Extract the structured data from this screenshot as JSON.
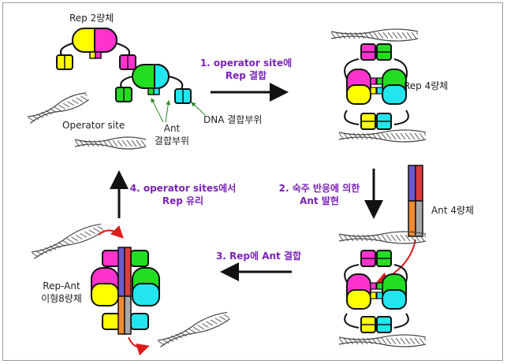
{
  "labels": {
    "rep_dimer": "Rep 2량체",
    "rep_tetramer": "Rep 4량체",
    "ant_tetramer": "Ant 4량체",
    "rep_ant_line1": "Rep-Ant",
    "rep_ant_line2": "이형8량체",
    "operator_site": "Operator site",
    "ant_binding_line1": "Ant",
    "ant_binding_line2": "결합부위",
    "dna_binding": "DNA 결합부위"
  },
  "steps": {
    "step1": {
      "line1": "1. operator site에",
      "line2": "Rep 결합"
    },
    "step2": {
      "line1": "2. 숙주 반응에 의한",
      "line2": "Ant 발현"
    },
    "step3": {
      "line1": "3. Rep에 Ant 결합"
    },
    "step4": {
      "line1": "4. operator sites에서",
      "line2": "Rep 유리"
    }
  },
  "colors": {
    "yellow": "#ffff00",
    "magenta": "#ff33cc",
    "green": "#22dd22",
    "cyan": "#22e5ee",
    "purple_label": "#7a22b8",
    "red_arrow": "#dd1c1c",
    "ant_blue": "#6a5acd",
    "ant_orange": "#f08a30"
  }
}
